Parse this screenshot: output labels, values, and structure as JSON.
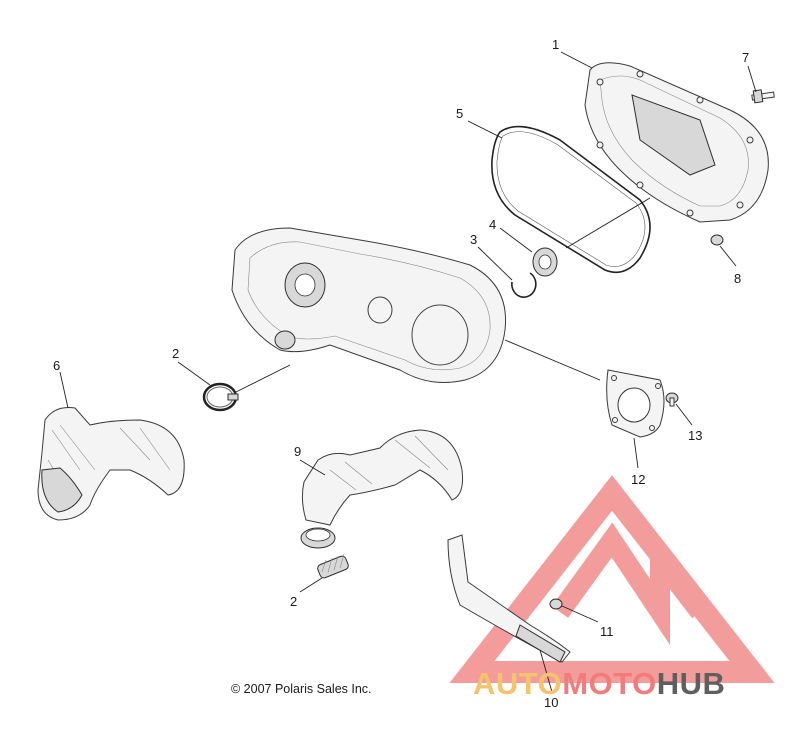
{
  "callouts": [
    {
      "id": "c1",
      "label": "1"
    },
    {
      "id": "c2a",
      "label": "2"
    },
    {
      "id": "c2b",
      "label": "2"
    },
    {
      "id": "c3",
      "label": "3"
    },
    {
      "id": "c4",
      "label": "4"
    },
    {
      "id": "c5",
      "label": "5"
    },
    {
      "id": "c6",
      "label": "6"
    },
    {
      "id": "c7",
      "label": "7"
    },
    {
      "id": "c8",
      "label": "8"
    },
    {
      "id": "c9",
      "label": "9"
    },
    {
      "id": "c10",
      "label": "10"
    },
    {
      "id": "c11",
      "label": "11"
    },
    {
      "id": "c12",
      "label": "12"
    },
    {
      "id": "c13",
      "label": "13"
    }
  ],
  "copyright": "© 2007 Polaris Sales Inc.",
  "watermark": {
    "word_part1": "AUTO",
    "word_part2": "MOTO",
    "word_part3": "HUB",
    "color_part1": "#f5c36b",
    "color_part2": "#f27b7b",
    "color_part3": "#5f5f5f",
    "logo_color": "#f28b8b"
  }
}
